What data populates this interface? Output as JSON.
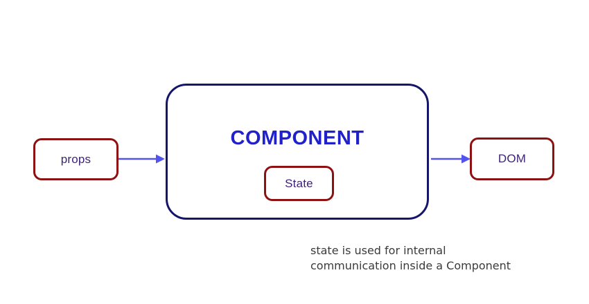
{
  "colors": {
    "box-red": "#8e1111",
    "box-navy": "#151569",
    "arrow-blue": "#5353ee",
    "component-blue": "#2121cc",
    "label-purple": "#3d1f78",
    "caption-gray": "#3a3a3a",
    "background": "#ffffff"
  },
  "nodes": {
    "props": {
      "label": "props"
    },
    "component": {
      "label": "COMPONENT"
    },
    "state": {
      "label": "State"
    },
    "dom": {
      "label": "DOM"
    }
  },
  "caption": {
    "line1": "state is used for internal",
    "line2": "communication inside a Component"
  }
}
